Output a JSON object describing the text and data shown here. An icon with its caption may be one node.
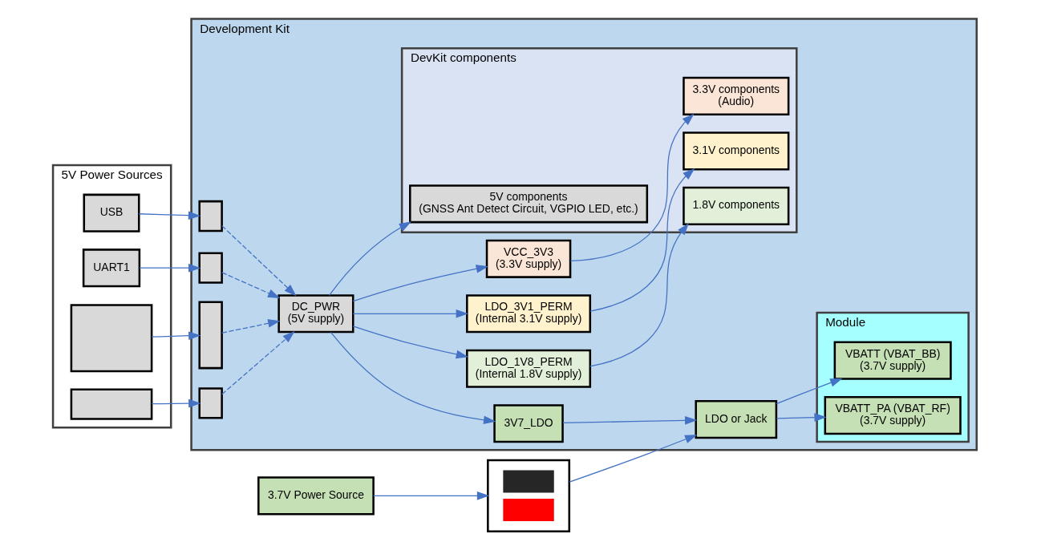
{
  "diagram": {
    "nodes": [
      {
        "text": [
          "5V Power Sources"
        ]
      },
      {
        "text": [
          "USB"
        ],
        "in": 0
      },
      {
        "text": [
          "UART1"
        ],
        "in": 0
      },
      {
        "text": [],
        "shape": "box",
        "in": 0
      },
      {
        "text": [],
        "shape": "box",
        "in": 0
      },
      {
        "text": [
          "3.7V Power Source"
        ]
      },
      {
        "text": [
          "Development Kit"
        ]
      },
      {
        "text": [],
        "shape": "box",
        "in": 6
      },
      {
        "text": [],
        "shape": "box",
        "in": 6
      },
      {
        "text": [],
        "shape": "box",
        "in": 6
      },
      {
        "text": [],
        "shape": "box",
        "in": 6
      },
      {
        "text": [],
        "shape": "box"
      },
      {
        "text": [
          "DC_PWR",
          "(5V supply)"
        ],
        "in": 6
      },
      {
        "text": [
          "LDO_1V8_PERM",
          "(Internal 1.8V supply)"
        ],
        "in": 6
      },
      {
        "text": [
          "LDO_3V1_PERM",
          "(Internal 3.1V supply)"
        ],
        "in": 6
      },
      {
        "text": [
          "VCC_3V3",
          "(3.3V supply)"
        ],
        "in": 6
      },
      {
        "text": [
          "3V7_LDO"
        ],
        "in": 6
      },
      {
        "text": [
          "LDO or Jack"
        ],
        "in": 6
      },
      {
        "text": [
          "DevKit components"
        ],
        "in": 6
      },
      {
        "text": [
          "5V components",
          "(GNSS Ant Detect Circuit, VGPIO LED, etc.)"
        ],
        "in": 18
      },
      {
        "text": [
          "1.8V components"
        ],
        "in": 18
      },
      {
        "text": [
          "3.1V components"
        ],
        "in": 18
      },
      {
        "text": [
          "3.3V components",
          "(Audio)"
        ],
        "in": 18
      },
      {
        "text": [
          "Module"
        ],
        "in": 6
      },
      {
        "text": [
          "VBATT (VBAT_BB)",
          "(3.7V supply)"
        ],
        "in": 23
      },
      {
        "text": [
          "VBATT_PA (VBAT_RF)",
          "(3.7V supply)"
        ],
        "in": 23
      }
    ],
    "edges": [
      {
        "from": 1,
        "to": 7,
        "arrow": "to"
      },
      {
        "from": 2,
        "to": 8,
        "arrow": "to"
      },
      {
        "from": 3,
        "to": 9,
        "arrow": "to"
      },
      {
        "from": 4,
        "to": 10,
        "arrow": "to"
      },
      {
        "from": 7,
        "to": 12,
        "arrow": "to",
        "style": "dashed"
      },
      {
        "from": 8,
        "to": 12,
        "arrow": "to",
        "style": "dashed"
      },
      {
        "from": 9,
        "to": 12,
        "arrow": "to",
        "style": "dashed"
      },
      {
        "from": 10,
        "to": 12,
        "arrow": "to",
        "style": "dashed"
      },
      {
        "from": 12,
        "to": 19,
        "arrow": "to"
      },
      {
        "from": 12,
        "to": 13,
        "arrow": "to"
      },
      {
        "from": 12,
        "to": 14,
        "arrow": "to"
      },
      {
        "from": 12,
        "to": 15,
        "arrow": "to"
      },
      {
        "from": 12,
        "to": 16,
        "arrow": "to"
      },
      {
        "from": 13,
        "to": 20,
        "arrow": "to"
      },
      {
        "from": 14,
        "to": 21,
        "arrow": "to"
      },
      {
        "from": 15,
        "to": 22,
        "arrow": "to"
      },
      {
        "from": 16,
        "to": 17,
        "arrow": "to"
      },
      {
        "from": 5,
        "to": 11,
        "arrow": "to"
      },
      {
        "from": 11,
        "to": 17,
        "arrow": "to"
      },
      {
        "from": 17,
        "to": 24,
        "arrow": "to"
      },
      {
        "from": 17,
        "to": 25,
        "arrow": "to"
      }
    ]
  }
}
